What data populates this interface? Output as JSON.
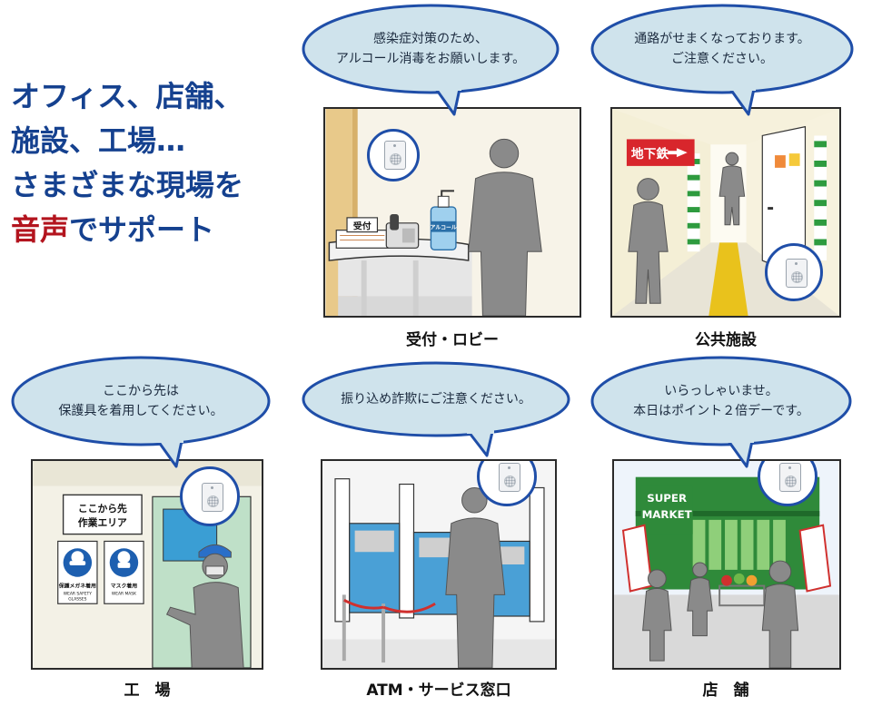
{
  "headline": {
    "line1": "オフィス、店舗、",
    "line2": "施設、工場…",
    "line3": "さまざまな現場を",
    "accent": "音声",
    "line4_rest": "でサポート"
  },
  "scenes": [
    {
      "id": "reception",
      "caption": "受付・ロビー",
      "bubble": "感染症対策のため、\nアルコール消毒をお願いします。",
      "signs": {
        "desk": "受付",
        "bottle": "アルコール"
      }
    },
    {
      "id": "public",
      "caption": "公共施設",
      "bubble": "通路がせまくなっております。\nご注意ください。",
      "signs": {
        "subway": "地下鉄"
      }
    },
    {
      "id": "factory",
      "caption": "工　場",
      "bubble": "ここから先は\n保護具を着用してください。",
      "signs": {
        "board1": "ここから先",
        "board2": "作業エリア",
        "glasses_jp": "保護メガネ着用",
        "glasses_en1": "WEAR SAFETY",
        "glasses_en2": "GLASSES",
        "mask_jp": "マスク着用",
        "mask_en": "WEAR MASK"
      }
    },
    {
      "id": "atm",
      "caption": "ATM・サービス窓口",
      "bubble": "振り込め詐欺にご注意ください。",
      "signs": {}
    },
    {
      "id": "store",
      "caption": "店　舗",
      "bubble": "いらっしゃいませ。\n本日はポイント２倍デーです。",
      "signs": {
        "super": "SUPER",
        "market": "MARKET"
      }
    }
  ],
  "colors": {
    "headline": "#15418f",
    "accent": "#b3141e",
    "bubble_fill": "#cfe3ec",
    "bubble_stroke": "#1f4ea8",
    "person": "#8a8a8a"
  },
  "icons": [
    "speaker-device-icon",
    "person-silhouette-icon",
    "safety-glasses-icon",
    "mask-icon",
    "arrow-right-icon"
  ]
}
